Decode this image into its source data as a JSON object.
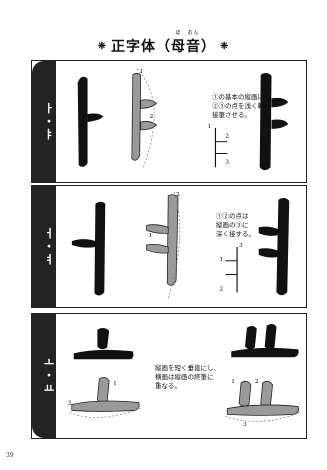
{
  "title": {
    "ornament": "❈",
    "prefix": "正字体（",
    "char1": "母",
    "char1_ruby": "ぼ",
    "char2": "音",
    "char2_ruby": "おん",
    "suffix": "）"
  },
  "sections": [
    {
      "label": "ㅏ・ㅑ",
      "instruction": [
        "①の基本の縦画に、",
        "②③の点を浅く軽く",
        "接筆させる。"
      ],
      "stroke_numbers": [
        "1",
        "2",
        "3"
      ]
    },
    {
      "label": "ㅓ・ㅕ",
      "instruction": [
        "①②の点は",
        "縦画の③に",
        "深く接する。"
      ],
      "stroke_numbers": [
        "1",
        "2",
        "3"
      ]
    },
    {
      "label": "ㅗ・ㅛ",
      "instruction": [
        "縦画を短く垂直にし、",
        "横画は縦画の終筆に",
        "重なる。"
      ],
      "stroke_numbers": [
        "1",
        "2",
        "3"
      ]
    }
  ],
  "page_number": "39"
}
